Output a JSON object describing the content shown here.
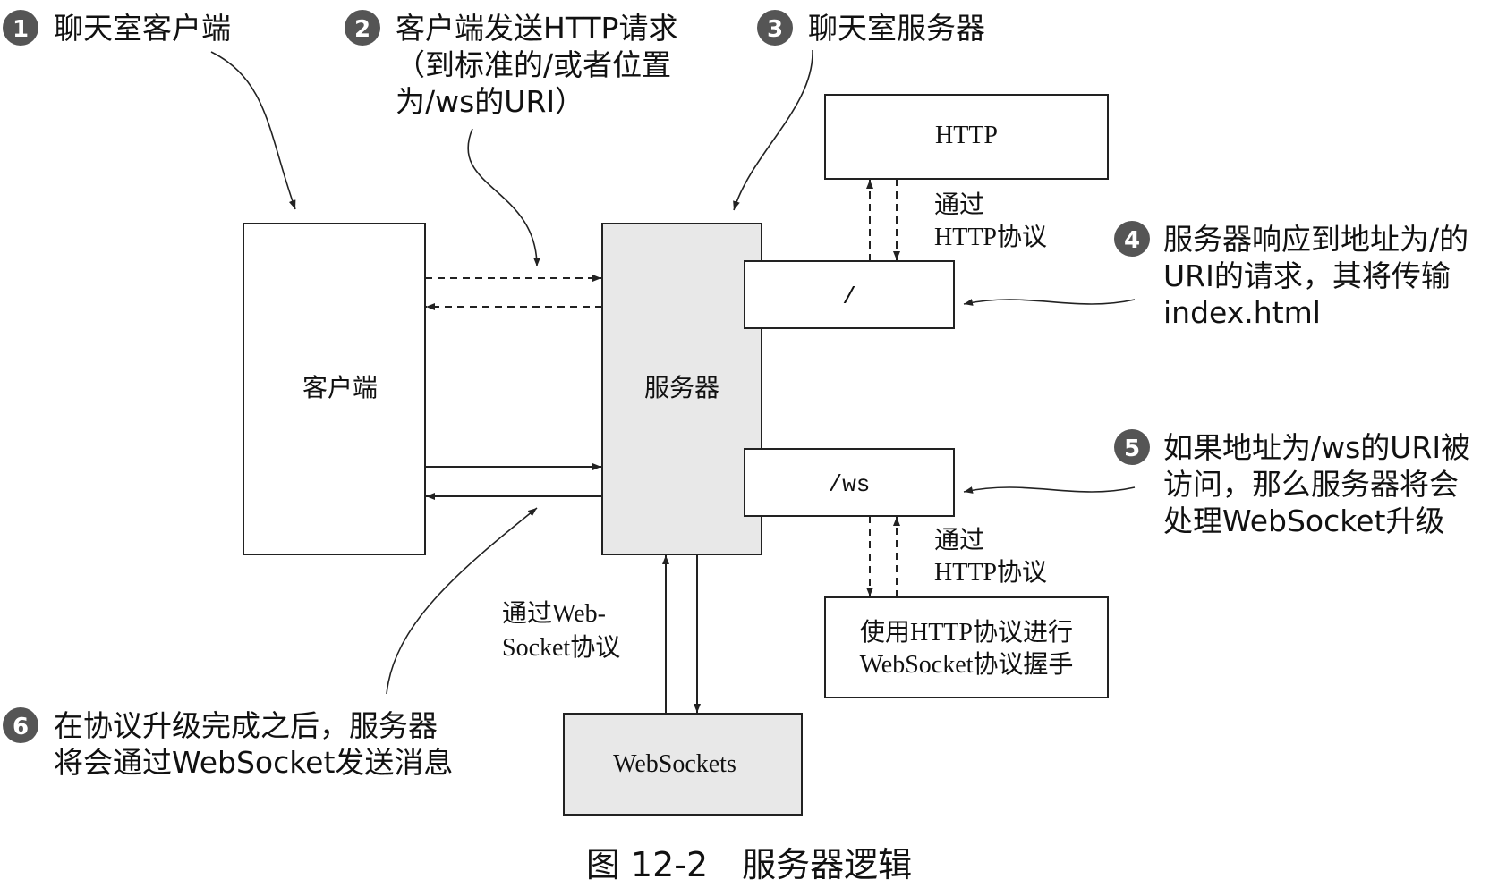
{
  "callouts": [
    {
      "num": "1",
      "lines": [
        "聊天室客户端"
      ]
    },
    {
      "num": "2",
      "lines": [
        "客户端发送HTTP请求",
        "（到标准的/或者位置",
        "为/ws的URI）"
      ]
    },
    {
      "num": "3",
      "lines": [
        "聊天室服务器"
      ]
    },
    {
      "num": "4",
      "lines": [
        "服务器响应到地址为/的",
        "URI的请求，其将传输",
        "index.html"
      ]
    },
    {
      "num": "5",
      "lines": [
        "如果地址为/ws的URI被",
        "访问，那么服务器将会",
        "处理WebSocket升级"
      ]
    },
    {
      "num": "6",
      "lines": [
        "在协议升级完成之后，服务器",
        "将会通过WebSocket发送消息"
      ]
    }
  ],
  "boxes": {
    "client": "客户端",
    "server": "服务器",
    "http": "HTTP",
    "root_path": "/",
    "ws_path": "/ws",
    "handshake": [
      "使用HTTP协议进行",
      "WebSocket协议握手"
    ],
    "websockets": "WebSockets"
  },
  "labels": {
    "via_http_top": [
      "通过",
      "HTTP协议"
    ],
    "via_http_bottom": [
      "通过",
      "HTTP协议"
    ],
    "via_websocket": [
      "通过Web-",
      "Socket协议"
    ]
  },
  "caption": "图 12-2　服务器逻辑",
  "colors": {
    "server_fill": "#e8e8e8",
    "badge_fill": "#555555",
    "line": "#222222"
  }
}
